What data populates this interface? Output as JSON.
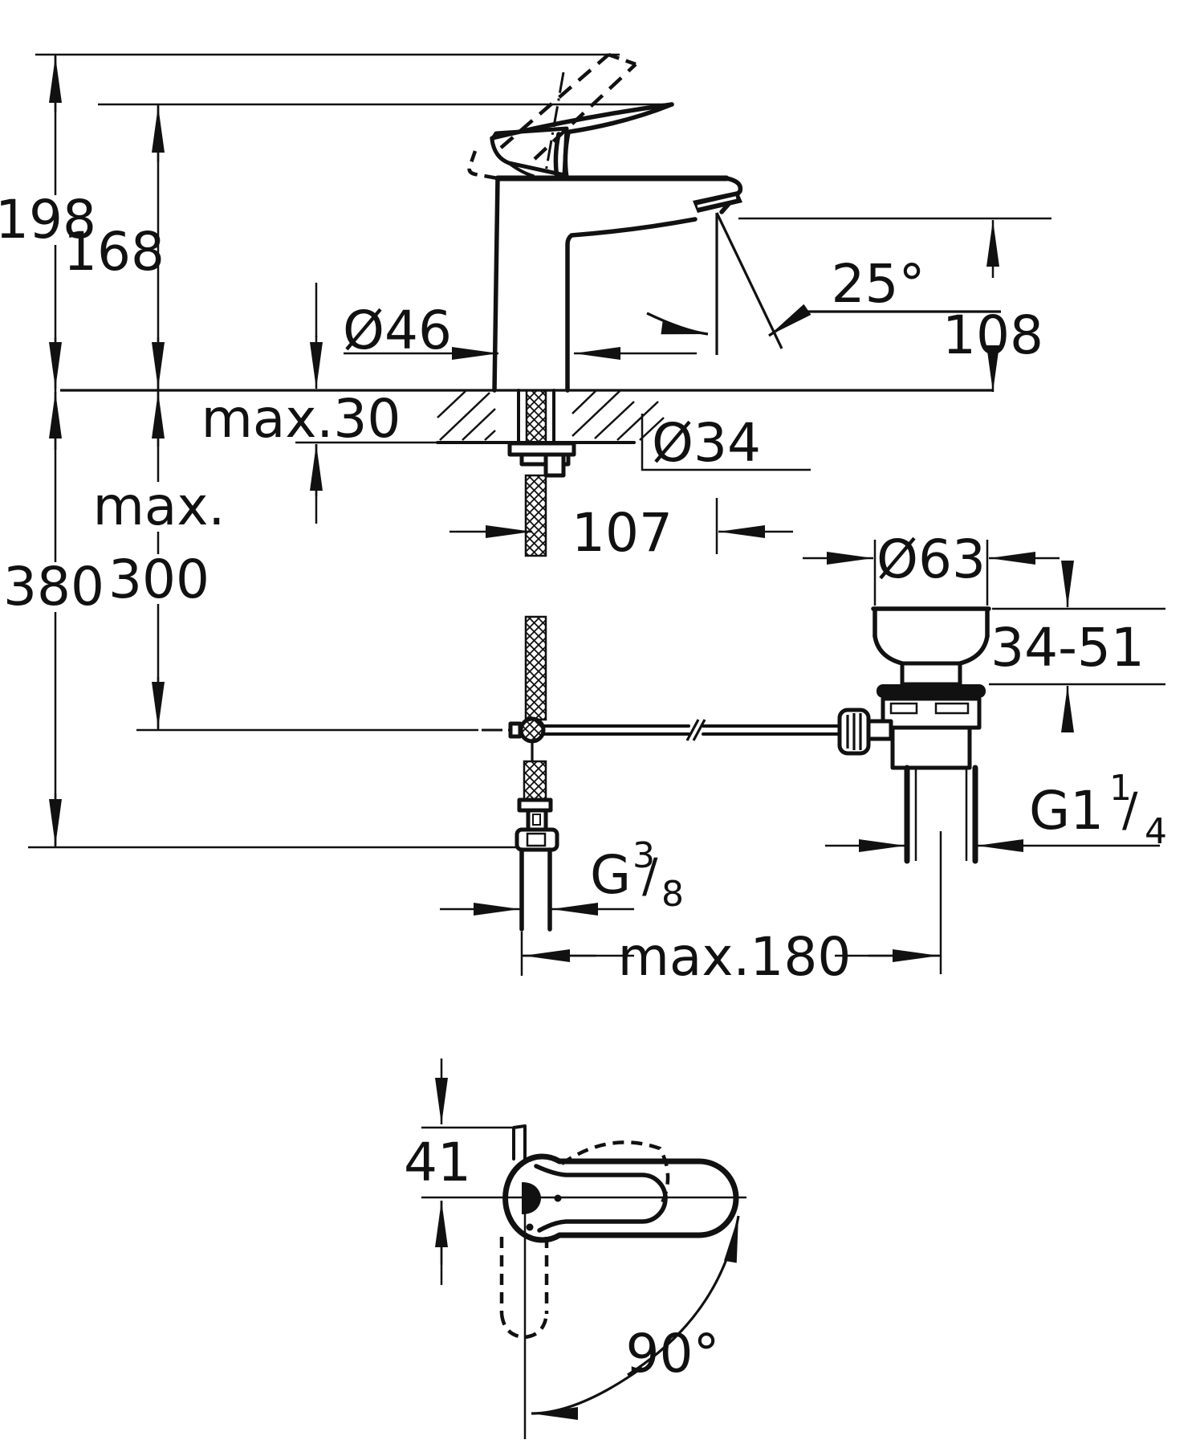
{
  "drawing_type": "faucet-installation-dimension-drawing",
  "views": {
    "front": "front-section-view",
    "bottom": "top-plan-view"
  },
  "colors": {
    "ink": "#111111",
    "paper": "#ffffff"
  },
  "front_view": {
    "total_height": "198",
    "handle_height": "168",
    "body_diameter": "Ø46",
    "deck_thickness": "max.30",
    "deck_hole_diameter": "Ø34",
    "spout_angle": "25°",
    "spout_height": "108",
    "hose_max_word": "max.",
    "hose_max_value": "300",
    "total_depth": "380",
    "spout_reach": "107",
    "drain_flange_diameter": "Ø63",
    "drain_adjust_range": "34-51",
    "drain_thread": {
      "prefix": "G1",
      "sup": "1",
      "slash": "/",
      "sub": "4"
    },
    "supply_thread": {
      "prefix": "G",
      "sup": "3",
      "slash": "/",
      "sub": "8"
    },
    "rod_reach": "max.180"
  },
  "bottom_view": {
    "handle_offset": "41",
    "swivel_angle": "90°"
  }
}
